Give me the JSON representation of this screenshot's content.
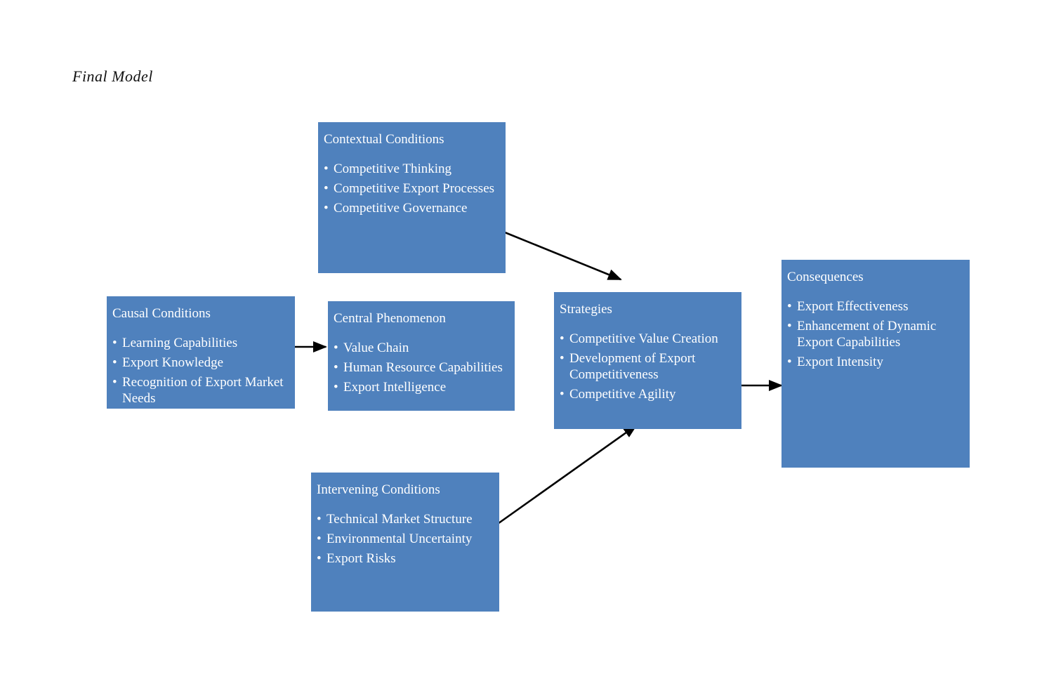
{
  "page": {
    "title": "Final Model"
  },
  "colors": {
    "box_fill": "#4F81BD",
    "box_text": "#FFFFFF",
    "arrow": "#000000",
    "background": "#FFFFFF"
  },
  "bullet_char": "•",
  "boxes": {
    "contextual": {
      "title": "Contextual Conditions",
      "items": [
        "Competitive Thinking",
        "Competitive Export Processes",
        "Competitive Governance"
      ]
    },
    "causal": {
      "title": "Causal Conditions",
      "items": [
        "Learning Capabilities",
        "Export Knowledge",
        "Recognition of Export Market Needs"
      ]
    },
    "central": {
      "title": "Central Phenomenon",
      "items": [
        "Value Chain",
        "Human Resource Capabilities",
        "Export Intelligence"
      ]
    },
    "strategies": {
      "title": "Strategies",
      "items": [
        "Competitive Value Creation",
        "Development of Export Competitiveness",
        "Competitive Agility"
      ]
    },
    "consequences": {
      "title": "Consequences",
      "items": [
        "Export Effectiveness",
        "Enhancement of Dynamic Export Capabilities",
        "Export Intensity"
      ]
    },
    "intervening": {
      "title": "Intervening Conditions",
      "items": [
        "Technical Market Structure",
        "Environmental Uncertainty",
        "Export Risks"
      ]
    }
  },
  "connections": [
    {
      "from": "Contextual Conditions",
      "to": "Strategies"
    },
    {
      "from": "Causal Conditions",
      "to": "Central Phenomenon"
    },
    {
      "from": "Intervening Conditions",
      "to": "Strategies"
    },
    {
      "from": "Strategies",
      "to": "Consequences"
    }
  ]
}
